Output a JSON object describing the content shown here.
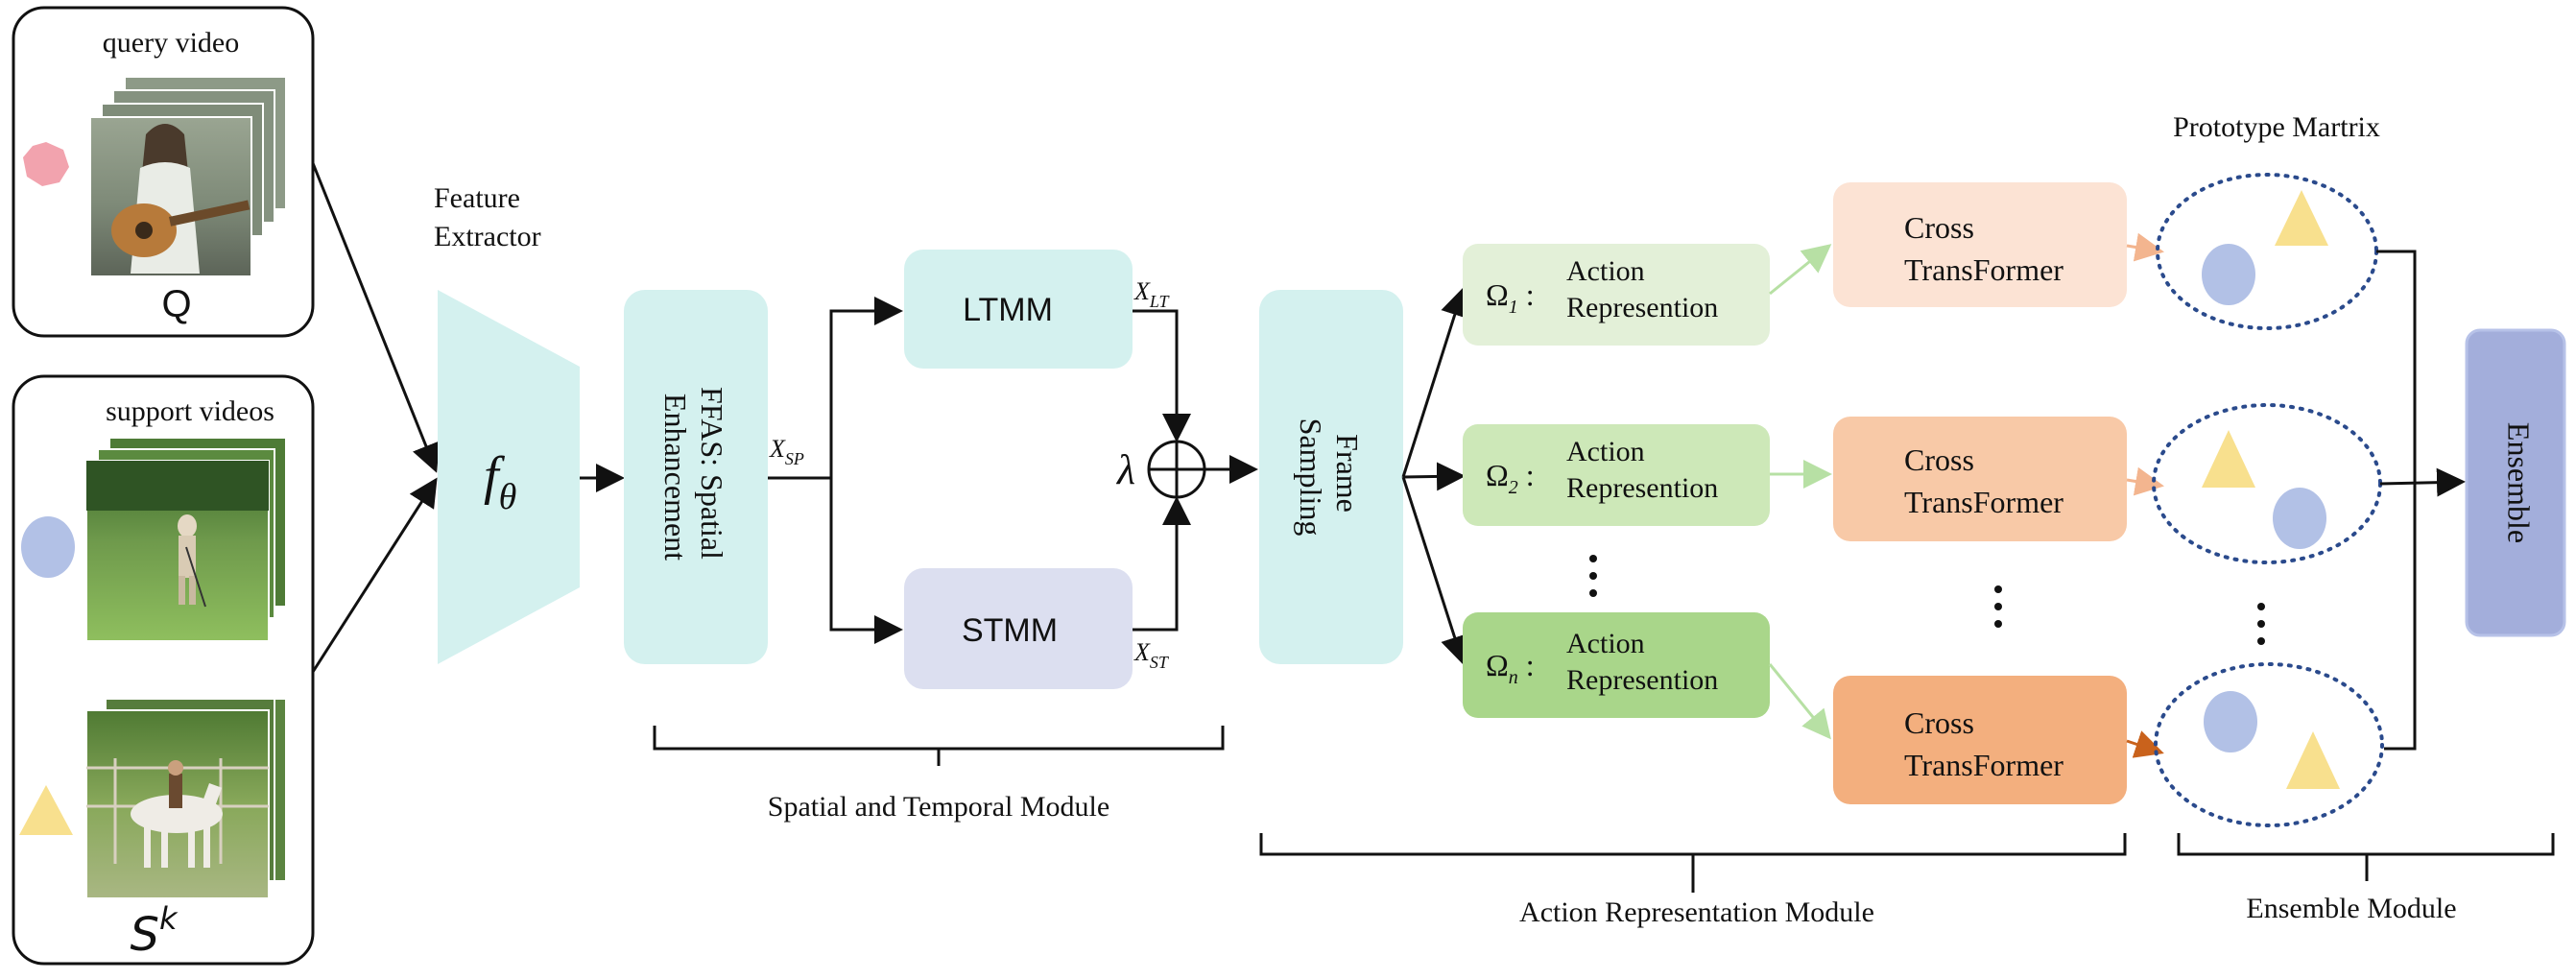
{
  "panels": {
    "query": {
      "label": "query video",
      "symbol": "Q"
    },
    "support": {
      "label": "support videos",
      "symbol_base": "S",
      "symbol_sup": "k"
    }
  },
  "feature_extractor": {
    "title_line1": "Feature",
    "title_line2": "Extractor",
    "symbol_base": "f",
    "symbol_sub": "θ"
  },
  "ffas": {
    "line1": "FFAS: Spatial",
    "line2": "Enhancement"
  },
  "ltmm": {
    "label": "LTMM"
  },
  "stmm": {
    "label": "STMM"
  },
  "variables": {
    "x_sp_base": "X",
    "x_sp_sub": "SP",
    "x_lt_base": "X",
    "x_lt_sub": "LT",
    "x_st_base": "X",
    "x_st_sub": "ST",
    "lambda": "λ"
  },
  "frame_sampling": {
    "line1": "Frame",
    "line2": "Sampling"
  },
  "action_reps": [
    {
      "omega": "Ω",
      "sub": "1",
      "line1": "Action",
      "line2": "Represention",
      "color": "#e3f0d8"
    },
    {
      "omega": "Ω",
      "sub": "2",
      "line1": "Action",
      "line2": "Represention",
      "color": "#cde8b8"
    },
    {
      "omega": "Ω",
      "sub": "n",
      "line1": "Action",
      "line2": "Represention",
      "color": "#a9d68a"
    }
  ],
  "cross_transformers": [
    {
      "line1": "Cross",
      "line2": "TransFormer",
      "color": "#fce3d4"
    },
    {
      "line1": "Cross",
      "line2": "TransFormer",
      "color": "#f8c9a7"
    },
    {
      "line1": "Cross",
      "line2": "TransFormer",
      "color": "#f3af7e"
    }
  ],
  "prototype_matrix": {
    "label": "Prototype Martrix"
  },
  "ensemble": {
    "label": "Ensemble"
  },
  "modules": {
    "spatial_temporal": "Spatial and Temporal Module",
    "action_representation": "Action Representation Module",
    "ensemble": "Ensemble Module"
  },
  "colors": {
    "teal": "#d4f1ef",
    "lavender": "#dcdff0",
    "ensemble": "#a3aedb",
    "shape_pink": "#f2a3ae",
    "shape_blue": "#b2c1e6",
    "shape_yellow": "#f8e08e",
    "dotted_ellipse": "#2a4a8c"
  }
}
